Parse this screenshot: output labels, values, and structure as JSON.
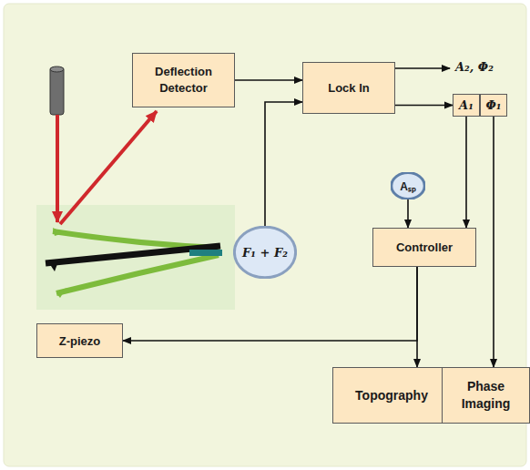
{
  "diagram": {
    "nodes": [
      {
        "text": [
          "Deflection Detector"
        ]
      },
      {
        "text": [
          "Lock In"
        ]
      },
      {
        "text": [
          "A₁"
        ]
      },
      {
        "text": [
          "Φ₁"
        ]
      },
      {
        "text": [
          "Aₛₚ"
        ]
      },
      {
        "text": [
          "F₁ + F₂"
        ]
      },
      {
        "text": [
          "Controller"
        ]
      },
      {
        "text": [
          "Z-piezo"
        ]
      },
      {
        "text": [
          "Topography"
        ]
      },
      {
        "text": [
          "Phase Imaging"
        ]
      }
    ],
    "edges": [
      {
        "from": 0,
        "to": 1,
        "arrow": "to"
      },
      {
        "from": 5,
        "to": 1,
        "arrow": "to"
      },
      {
        "from": 1,
        "to": 2,
        "arrow": "to"
      },
      {
        "from": 2,
        "to": 6,
        "arrow": "to"
      },
      {
        "from": 4,
        "to": 6,
        "arrow": "to"
      },
      {
        "from": 6,
        "to": 8,
        "arrow": "to"
      },
      {
        "from": 6,
        "to": 7,
        "arrow": "to"
      },
      {
        "from": 3,
        "to": 9,
        "arrow": "to"
      }
    ],
    "labels": [
      "A₂, Φ₂"
    ]
  }
}
